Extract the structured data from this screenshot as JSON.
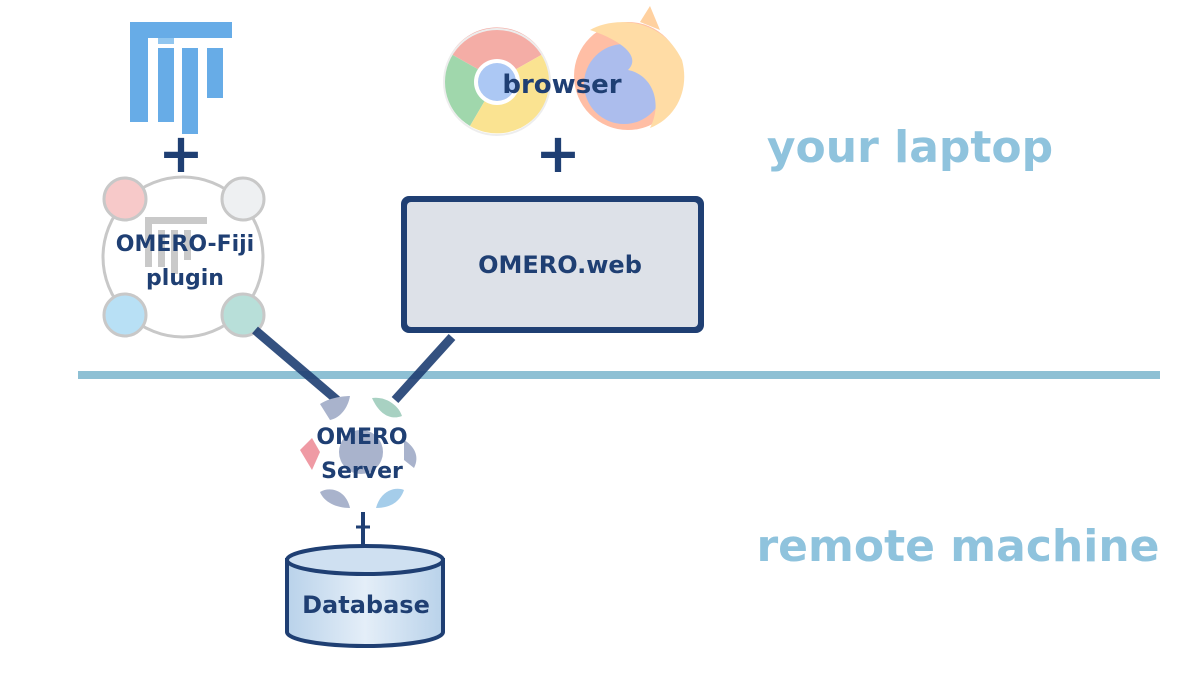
{
  "laptop_zone": {
    "label": "your laptop"
  },
  "remote_zone": {
    "label": "remote machine"
  },
  "browser": {
    "label": "browser",
    "chrome_icon": "chrome-logo-icon",
    "firefox_icon": "firefox-logo-icon"
  },
  "fiji": {
    "icon": "fiji-logo-icon"
  },
  "plus_sign": "+",
  "plugin": {
    "line1": "OMERO-Fiji",
    "line2": "plugin"
  },
  "web": {
    "label": "OMERO.web"
  },
  "server": {
    "line1": "OMERO",
    "line2": "Server"
  },
  "database": {
    "label": "Database"
  },
  "colors": {
    "dark_blue": "#1f3f73",
    "zone_text": "#8fc3dd",
    "divider": "#8ec0d4",
    "fiji_blue": "#5fa8e6",
    "web_fill": "#dde1e8"
  }
}
